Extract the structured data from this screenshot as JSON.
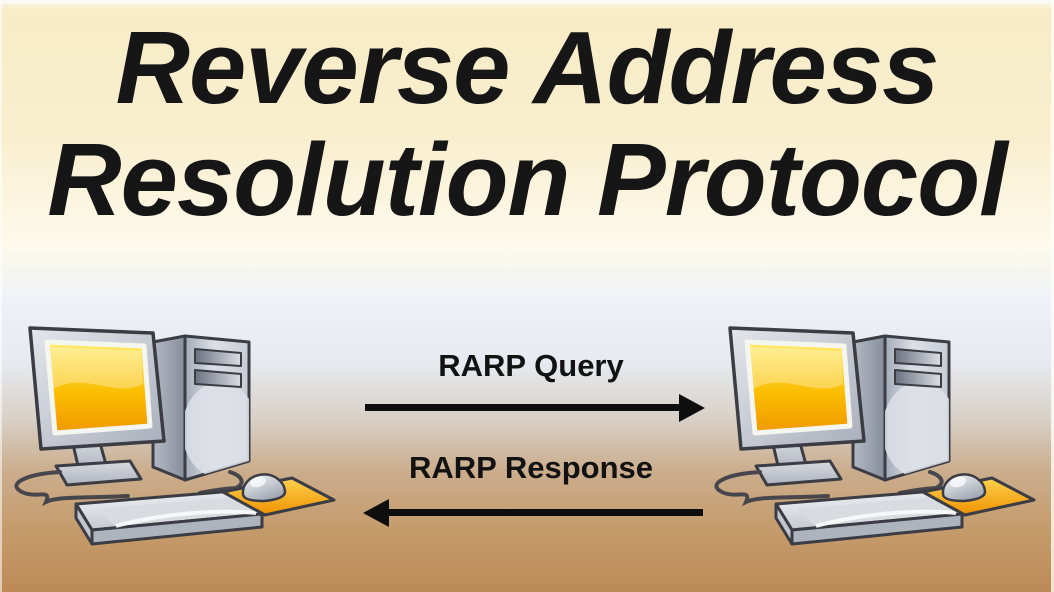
{
  "title": {
    "line1": "Reverse Address",
    "line2": "Resolution Protocol"
  },
  "exchange": {
    "query_label": "RARP Query",
    "query_direction": "right",
    "response_label": "RARP Response",
    "response_direction": "left"
  },
  "illustrations": {
    "left": "desktop-computer-clipart",
    "right": "desktop-computer-clipart"
  },
  "colors": {
    "title_text": "#161616",
    "arrow_black": "#0E0E0E",
    "bg_top_cream": "#F8ECC6",
    "bg_mid_white": "#FDFAEC",
    "bg_mid_blue": "#EDF1F7",
    "bg_bottom_brown": "#BD8A57",
    "screen_yellow_top": "#FFEC6E",
    "screen_yellow_bottom": "#F09800",
    "mousepad_orange": "#F5A21B",
    "hardware_gray": "#C9CED7",
    "outline_gray": "#3C3C44",
    "edge_strip": "#FAFAF4"
  }
}
